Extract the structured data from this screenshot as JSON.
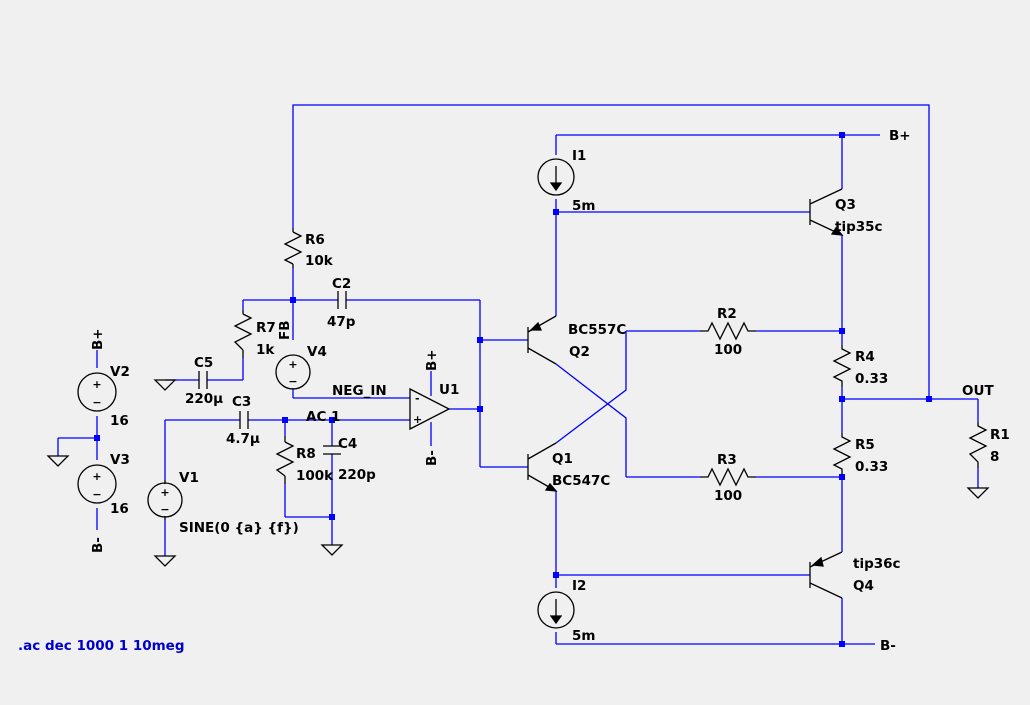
{
  "components": {
    "V1": {
      "name": "V1",
      "value": "SINE(0 {a} {f})",
      "ac": "AC 1"
    },
    "V2": {
      "name": "V2",
      "value": "16"
    },
    "V3": {
      "name": "V3",
      "value": "16"
    },
    "V4": {
      "name": "V4"
    },
    "I1": {
      "name": "I1",
      "value": "5m"
    },
    "I2": {
      "name": "I2",
      "value": "5m"
    },
    "R1": {
      "name": "R1",
      "value": "8"
    },
    "R2": {
      "name": "R2",
      "value": "100"
    },
    "R3": {
      "name": "R3",
      "value": "100"
    },
    "R4": {
      "name": "R4",
      "value": "0.33"
    },
    "R5": {
      "name": "R5",
      "value": "0.33"
    },
    "R6": {
      "name": "R6",
      "value": "10k"
    },
    "R7": {
      "name": "R7",
      "value": "1k"
    },
    "R8": {
      "name": "R8",
      "value": "100k"
    },
    "C2": {
      "name": "C2",
      "value": "47p"
    },
    "C3": {
      "name": "C3",
      "value": "4.7µ"
    },
    "C4": {
      "name": "C4",
      "value": "220p"
    },
    "C5": {
      "name": "C5",
      "value": "220µ"
    },
    "Q1": {
      "name": "Q1",
      "model": "BC547C"
    },
    "Q2": {
      "name": "Q2",
      "model": "BC557C"
    },
    "Q3": {
      "name": "Q3",
      "model": "tip35c"
    },
    "Q4": {
      "name": "Q4",
      "model": "tip36c"
    },
    "U1": {
      "name": "U1"
    }
  },
  "nets": {
    "bplus": "B+",
    "bminus": "B-",
    "out": "OUT",
    "neg_in": "NEG_IN",
    "fb": "FB"
  },
  "opamp": {
    "plus": "+",
    "minus": "-"
  },
  "sources": {
    "plus": "+",
    "minus": "−"
  },
  "directive": ".ac dec 1000 1 10meg"
}
